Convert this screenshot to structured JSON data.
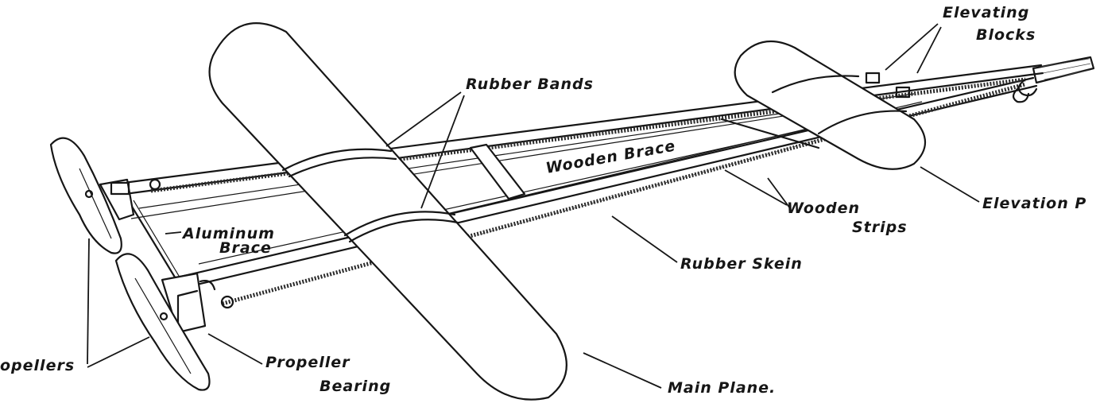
{
  "title": "",
  "labels": {
    "elevating_blocks_line1": "Elevating",
    "elevating_blocks_line2": "Blocks",
    "rubber_bands": "Rubber Bands",
    "wooden_brace": "Wooden Brace",
    "wooden_strips_line1": "Wooden",
    "wooden_strips_line2": "Strips",
    "elevation_plane": "Elevation P",
    "aluminum_brace_line1": "Aluminum",
    "aluminum_brace_line2": "Brace",
    "rubber_skein": "Rubber Skein",
    "propellers": "opellers",
    "propeller_bearing_line1": "Propeller",
    "propeller_bearing_line2": "Bearing",
    "main_plane": "Main Plane."
  },
  "colors": {
    "ink": "#161616",
    "paper": "#ffffff"
  }
}
